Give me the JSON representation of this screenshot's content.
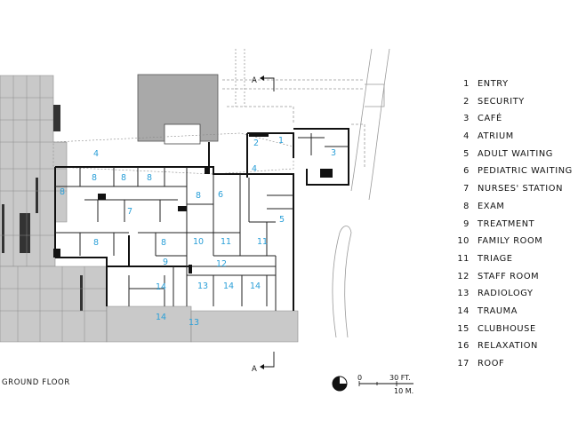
{
  "floor_label": "GROUND FLOOR",
  "section_marker": "A",
  "scale": {
    "zero": "0",
    "ft": "30 FT.",
    "m": "10 M."
  },
  "legend": [
    {
      "num": "1",
      "label": "ENTRY"
    },
    {
      "num": "2",
      "label": "SECURITY"
    },
    {
      "num": "3",
      "label": "CAFÉ"
    },
    {
      "num": "4",
      "label": "ATRIUM"
    },
    {
      "num": "5",
      "label": "ADULT WAITING"
    },
    {
      "num": "6",
      "label": "PEDIATRIC WAITING"
    },
    {
      "num": "7",
      "label": "NURSES' STATION"
    },
    {
      "num": "8",
      "label": "EXAM"
    },
    {
      "num": "9",
      "label": "TREATMENT"
    },
    {
      "num": "10",
      "label": "FAMILY ROOM"
    },
    {
      "num": "11",
      "label": "TRIAGE"
    },
    {
      "num": "12",
      "label": "STAFF ROOM"
    },
    {
      "num": "13",
      "label": "RADIOLOGY"
    },
    {
      "num": "14",
      "label": "TRAUMA"
    },
    {
      "num": "15",
      "label": "CLUBHOUSE"
    },
    {
      "num": "16",
      "label": "RELAXATION"
    },
    {
      "num": "17",
      "label": "ROOF"
    }
  ],
  "room_labels": {
    "r1": "1",
    "r2": "2",
    "r3": "3",
    "r4a": "4",
    "r4b": "4",
    "r5": "5",
    "r6": "6",
    "r7": "7",
    "r8a": "8",
    "r8b": "8",
    "r8c": "8",
    "r8d": "8",
    "r8e": "8",
    "r8f": "8",
    "r8g": "8",
    "r9": "9",
    "r10": "10",
    "r11a": "11",
    "r11b": "11",
    "r12": "12",
    "r13a": "13",
    "r13b": "13",
    "r14a": "14",
    "r14b": "14",
    "r14c": "14",
    "r14d": "14"
  }
}
